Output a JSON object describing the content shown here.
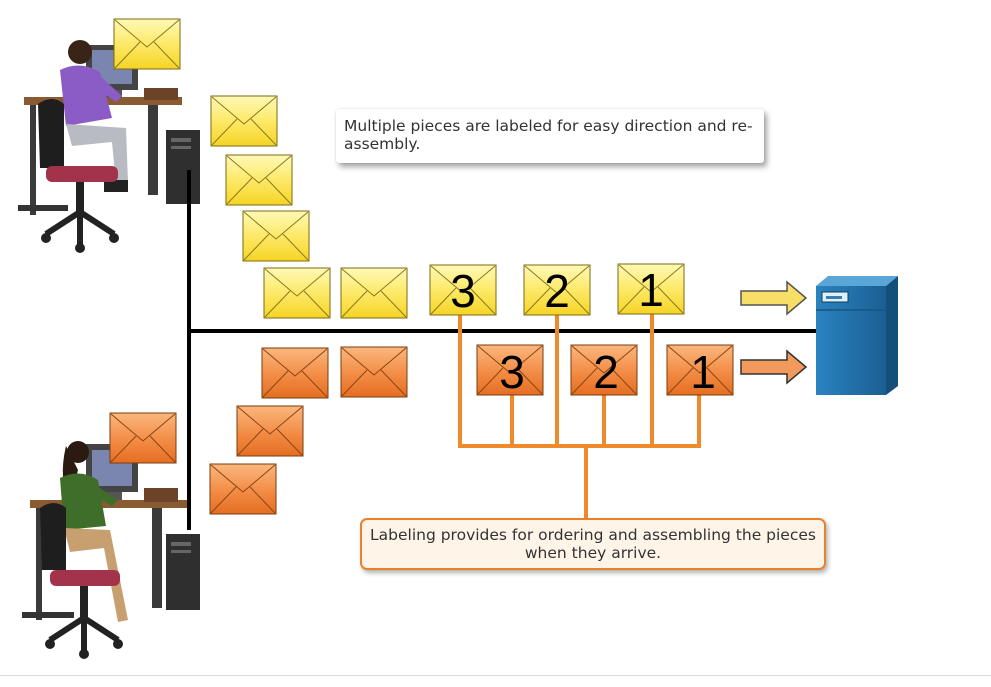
{
  "callouts": {
    "top": "Multiple pieces are labeled for easy direction and re-assembly.",
    "bottom": "Labeling provides for ordering and assembling the pieces when they arrive."
  },
  "segments": {
    "yellow": [
      "3",
      "2",
      "1"
    ],
    "orange": [
      "3",
      "2",
      "1"
    ]
  },
  "colors": {
    "yellow_envelope": "#fbe44e",
    "orange_envelope": "#f08a3c",
    "orange_line": "#ef8a2c",
    "network_line": "#000000",
    "server": "#1f6fa8"
  },
  "icons": {
    "sender_male": "person-at-computer-icon",
    "sender_female": "person-at-computer-icon",
    "destination": "server-icon",
    "message": "envelope-icon",
    "direction": "arrow-right-icon"
  }
}
